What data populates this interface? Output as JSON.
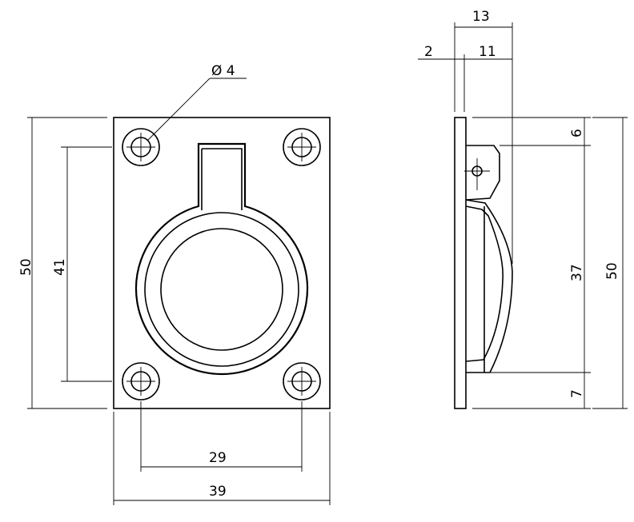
{
  "drawing": {
    "front_view": {
      "hole_diameter_label": "Ø 4",
      "overall_height": "50",
      "hole_spacing_vertical": "41",
      "hole_spacing_horizontal": "29",
      "overall_width": "39"
    },
    "side_view": {
      "overall_depth": "13",
      "plate_thickness": "2",
      "ring_depth": "11",
      "top_offset": "6",
      "ring_height": "37",
      "overall_height": "50",
      "bottom_offset": "7"
    }
  }
}
